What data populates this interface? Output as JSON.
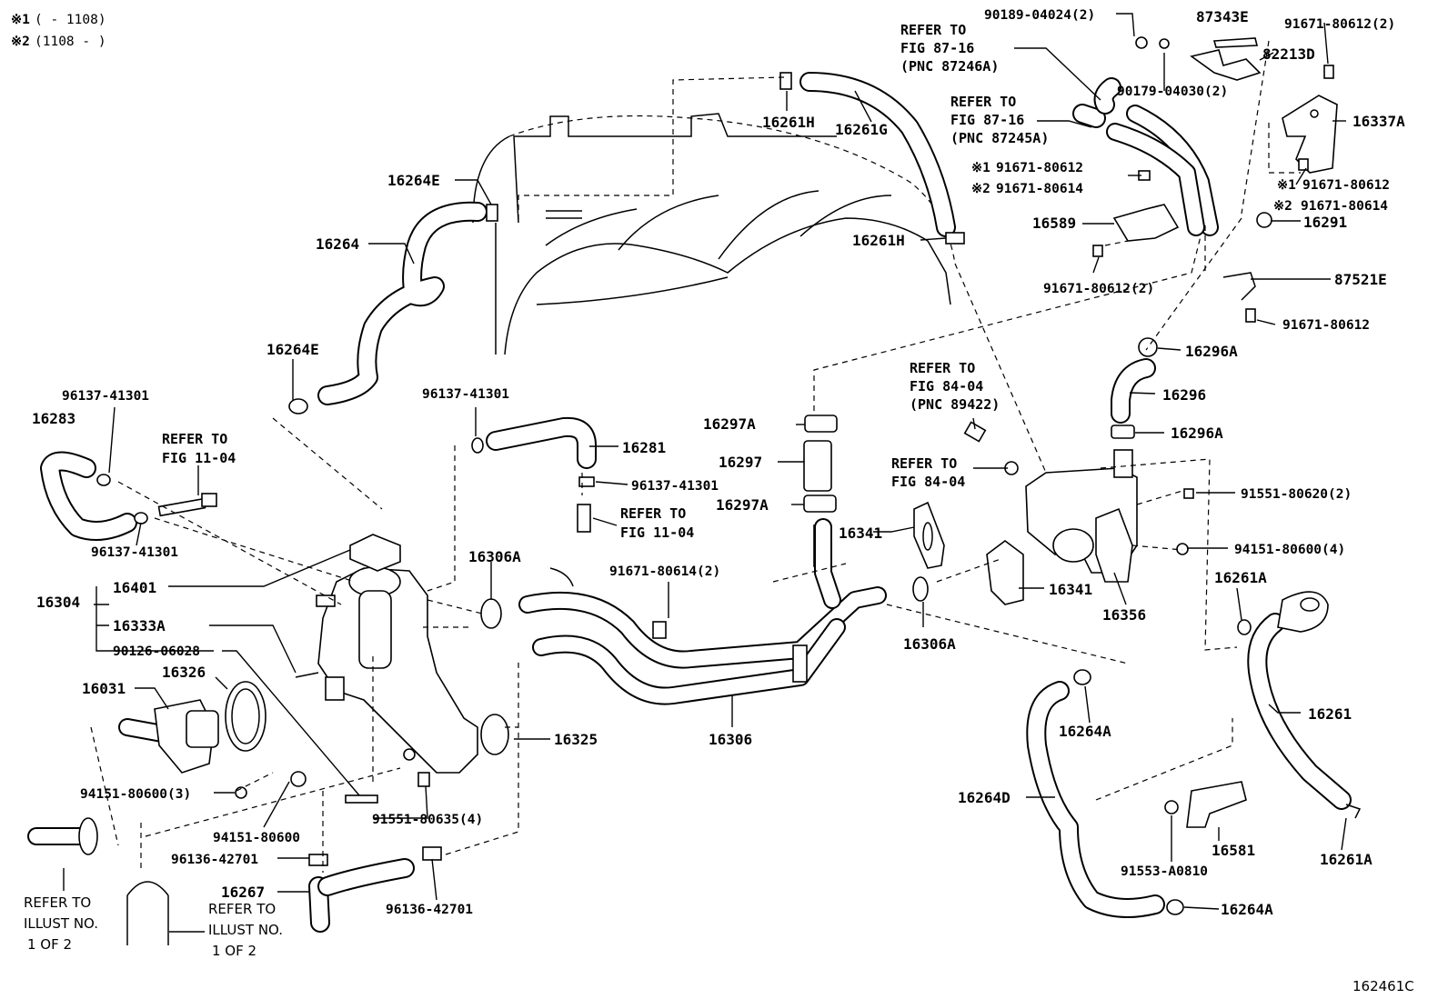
{
  "notes": [
    {
      "mark": "※1",
      "text": "(        - 1108)"
    },
    {
      "mark": "※2",
      "text": "(1108 -          )"
    }
  ],
  "figure_code": "162461C",
  "refs": {
    "fig_87_16_a": [
      "REFER TO",
      "FIG 87-16",
      "(PNC 87246A)"
    ],
    "fig_87_16_b": [
      "REFER TO",
      "FIG 87-16",
      "(PNC 87245A)"
    ],
    "fig_84_04_a": [
      "REFER TO",
      "FIG 84-04",
      "(PNC 89422)"
    ],
    "fig_84_04_b": [
      "REFER TO",
      "FIG 84-04"
    ],
    "fig_11_04_a": [
      "REFER TO",
      "FIG 11-04"
    ],
    "fig_11_04_b": [
      "REFER TO",
      "FIG 11-04"
    ],
    "illust_a": [
      "REFER TO",
      "ILLUST NO.",
      "1 OF 2"
    ],
    "illust_b": [
      "REFER TO",
      "ILLUST NO.",
      "1 OF 2"
    ]
  },
  "parts": {
    "p90189": "90189-04024(2)",
    "p87343E": "87343E",
    "p91671_80612_2_top": "91671-80612(2)",
    "p82213D": "82213D",
    "p90179": "90179-04030(2)",
    "p16337A": "16337A",
    "p16261H_top": "16261H",
    "p16261G": "16261G",
    "p16264E_top": "16264E",
    "p16264": "16264",
    "p16261H_mid": "16261H",
    "n1_91671_80612_left": "91671-80612",
    "n2_91671_80614_left": "91671-80614",
    "n1_91671_80612_right": "91671-80612",
    "n2_91671_80614_right": "91671-80614",
    "p16589": "16589",
    "p16291": "16291",
    "p91671_80612_2_mid": "91671-80612(2)",
    "p87521E": "87521E",
    "p91671_80612_bolt": "91671-80612",
    "p16296A_top": "16296A",
    "p16264E_mid": "16264E",
    "p16296": "16296",
    "p96137_l1": "96137-41301",
    "p96137_m1": "96137-41301",
    "p16283": "16283",
    "p16297A_top": "16297A",
    "p16296A_bot": "16296A",
    "p16281": "16281",
    "p16297": "16297",
    "p96137_m2": "96137-41301",
    "p16297A_bot": "16297A",
    "p91551_80620": "91551-80620(2)",
    "p96137_l2": "96137-41301",
    "p16341_top": "16341",
    "p16306A_left": "16306A",
    "p94151_80600_4": "94151-80600(4)",
    "p91671_80614_2": "91671-80614(2)",
    "p16401": "16401",
    "p16304": "16304",
    "p16261A_top": "16261A",
    "p16341_bot": "16341",
    "p16333A": "16333A",
    "p16356": "16356",
    "p90126": "90126-06028",
    "p16306A_right": "16306A",
    "p16031": "16031",
    "p16326": "16326",
    "p16261": "16261",
    "p16325": "16325",
    "p16306": "16306",
    "p16264A_top": "16264A",
    "p94151_80600_3": "94151-80600(3)",
    "p91551_80635": "91551-80635(4)",
    "p16264D": "16264D",
    "p94151_80600": "94151-80600",
    "p16581": "16581",
    "p16261A_bot": "16261A",
    "p96136_a": "96136-42701",
    "p91553": "91553-A0810",
    "p16267": "16267",
    "p16264A_bot": "16264A",
    "p96136_b": "96136-42701"
  }
}
